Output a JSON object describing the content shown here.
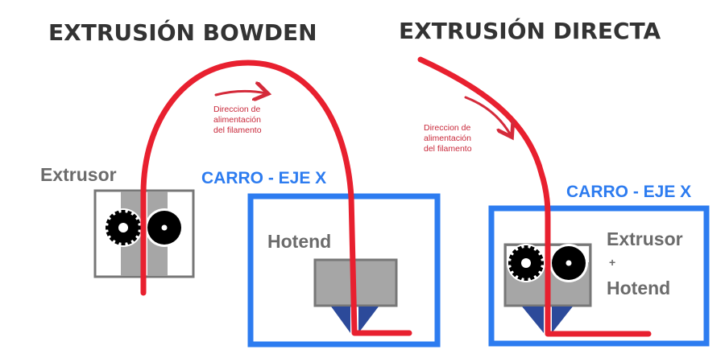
{
  "bowden": {
    "title": "EXTRUSIÓN BOWDEN",
    "extruder_label": "Extrusor",
    "carriage_label": "CARRO - EJE X",
    "hotend_label": "Hotend",
    "direction_note": [
      "Direccion de",
      "alimentación",
      "del filamento"
    ]
  },
  "direct": {
    "title": "EXTRUSIÓN DIRECTA",
    "carriage_label": "CARRO - EJE X",
    "combo_label": [
      "Extrusor",
      "+",
      "Hotend"
    ],
    "direction_note": [
      "Direccion de",
      "alimentación",
      "del filamento"
    ]
  },
  "colors": {
    "filament": "#e8202f",
    "carriage": "#2d7cf0",
    "nozzle": "#2c4a9a",
    "text": "#333333"
  }
}
